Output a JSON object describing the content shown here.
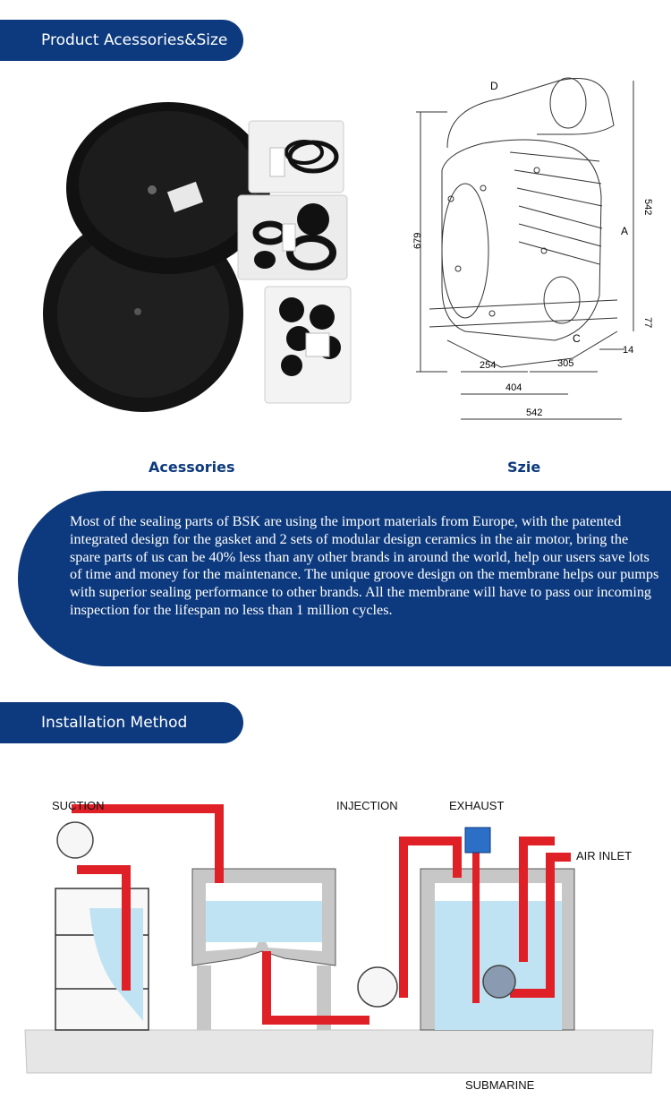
{
  "section1": {
    "title": "Product Acessories&Size"
  },
  "captions": {
    "accessories": "Acessories",
    "size": "Szie"
  },
  "dimensions": {
    "d": "D",
    "a": "A",
    "c": "C",
    "h679": "679",
    "h542": "542",
    "h77": "77",
    "w254": "254",
    "w305": "305",
    "w14": "14",
    "w404": "404",
    "w542": "542"
  },
  "description": "Most of the sealing parts of BSK are using the import materials from Europe, with the patented integrated design for the gasket and 2 sets of modular design ceramics in the air motor, bring the spare parts of us can be 40% less than any other brands in around the world, help our users save lots of time and money for the maintenance. The unique groove design on the membrane helps our pumps with superior sealing performance to other brands. All the membrane will have to pass our incoming inspection for the lifespan no less than 1 million cycles.",
  "section2": {
    "title": "Installation Method"
  },
  "install_labels": {
    "suction": "SUCTION",
    "injection": "INJECTION",
    "exhaust": "EXHAUST",
    "air_inlet": "AIR INLET",
    "submarine": "SUBMARINE"
  },
  "colors": {
    "brand_blue": "#0d3a7e",
    "pipe_red": "#e02027",
    "water_blue": "#bfe3f3",
    "ground": "#e6e6e6"
  }
}
